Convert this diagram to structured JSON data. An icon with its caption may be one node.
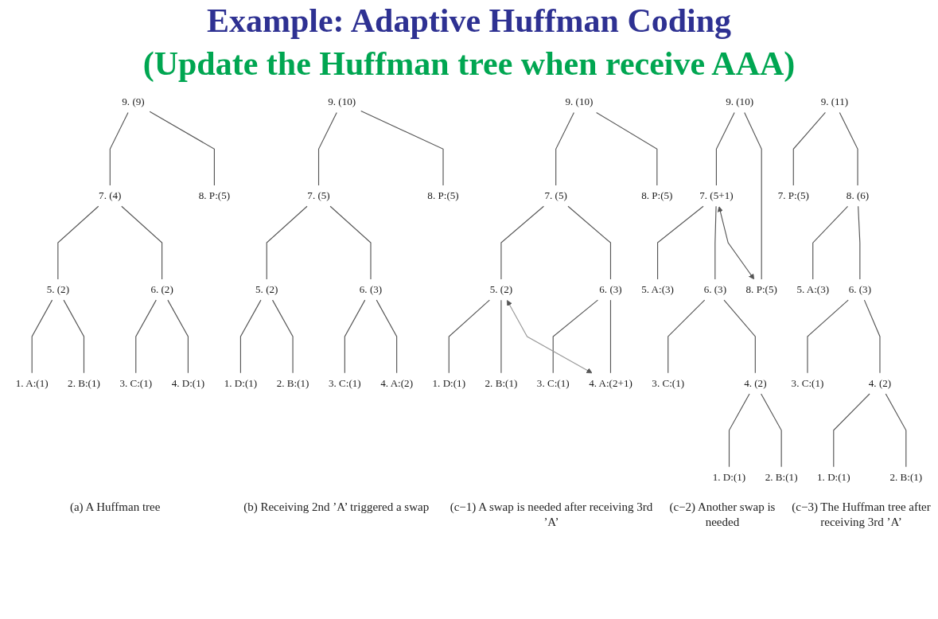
{
  "diagram": {
    "title": "Example: Adaptive Huffman Coding",
    "nodes": [
      {
        "text": [
          "9. (9)"
        ]
      },
      {
        "text": [
          "7. (4)"
        ]
      },
      {
        "text": [
          "8. P:(5)"
        ]
      },
      {
        "text": [
          "5. (2)"
        ]
      },
      {
        "text": [
          "6. (2)"
        ]
      },
      {
        "text": [
          "1. A:(1)"
        ]
      },
      {
        "text": [
          "2. B:(1)"
        ]
      },
      {
        "text": [
          "3. C:(1)"
        ]
      },
      {
        "text": [
          "4. D:(1)"
        ]
      },
      {
        "text": [
          "9. (10)"
        ]
      },
      {
        "text": [
          "7. (5)"
        ]
      },
      {
        "text": [
          "8. P:(5)"
        ]
      },
      {
        "text": [
          "5. (2)"
        ]
      },
      {
        "text": [
          "6. (3)"
        ]
      },
      {
        "text": [
          "1. D:(1)"
        ]
      },
      {
        "text": [
          "2. B:(1)"
        ]
      },
      {
        "text": [
          "3. C:(1)"
        ]
      },
      {
        "text": [
          "4. A:(2)"
        ]
      },
      {
        "text": [
          "9. (10)"
        ]
      },
      {
        "text": [
          "7. (5)"
        ]
      },
      {
        "text": [
          "8. P:(5)"
        ]
      },
      {
        "text": [
          "5. (2)"
        ]
      },
      {
        "text": [
          "6. (3)"
        ]
      },
      {
        "text": [
          "1. D:(1)"
        ]
      },
      {
        "text": [
          "2. B:(1)"
        ]
      },
      {
        "text": [
          "3. C:(1)"
        ]
      },
      {
        "text": [
          "4. A:(2+1)"
        ]
      },
      {
        "text": [
          "9. (10)"
        ]
      },
      {
        "text": [
          "7. (5+1)"
        ]
      },
      {
        "text": [
          "8. P:(5)"
        ]
      },
      {
        "text": [
          "5. A:(3)"
        ]
      },
      {
        "text": [
          "6. (3)"
        ]
      },
      {
        "text": [
          "3. C:(1)"
        ]
      },
      {
        "text": [
          "4. (2)"
        ]
      },
      {
        "text": [
          "1. D:(1)"
        ]
      },
      {
        "text": [
          "2. B:(1)"
        ]
      },
      {
        "text": [
          "9. (11)"
        ]
      },
      {
        "text": [
          "7. P:(5)"
        ]
      },
      {
        "text": [
          "8. (6)"
        ]
      },
      {
        "text": [
          "5. A:(3)"
        ]
      },
      {
        "text": [
          "6. (3)"
        ]
      },
      {
        "text": [
          "3. C:(1)"
        ]
      },
      {
        "text": [
          "4. (2)"
        ]
      },
      {
        "text": [
          "1. D:(1)"
        ]
      },
      {
        "text": [
          "2. B:(1)"
        ]
      }
    ],
    "edges": [
      {
        "from": 0,
        "to": 1,
        "arrow": "none"
      },
      {
        "from": 0,
        "to": 2,
        "arrow": "none"
      },
      {
        "from": 1,
        "to": 3,
        "arrow": "none"
      },
      {
        "from": 1,
        "to": 4,
        "arrow": "none"
      },
      {
        "from": 3,
        "to": 5,
        "arrow": "none"
      },
      {
        "from": 3,
        "to": 6,
        "arrow": "none"
      },
      {
        "from": 4,
        "to": 7,
        "arrow": "none"
      },
      {
        "from": 4,
        "to": 8,
        "arrow": "none"
      },
      {
        "from": 9,
        "to": 10,
        "arrow": "none"
      },
      {
        "from": 9,
        "to": 11,
        "arrow": "none"
      },
      {
        "from": 10,
        "to": 12,
        "arrow": "none"
      },
      {
        "from": 10,
        "to": 13,
        "arrow": "none"
      },
      {
        "from": 12,
        "to": 14,
        "arrow": "none"
      },
      {
        "from": 12,
        "to": 15,
        "arrow": "none"
      },
      {
        "from": 13,
        "to": 16,
        "arrow": "none"
      },
      {
        "from": 13,
        "to": 17,
        "arrow": "none"
      },
      {
        "from": 18,
        "to": 19,
        "arrow": "none"
      },
      {
        "from": 18,
        "to": 20,
        "arrow": "none"
      },
      {
        "from": 19,
        "to": 21,
        "arrow": "none"
      },
      {
        "from": 19,
        "to": 22,
        "arrow": "none"
      },
      {
        "from": 21,
        "to": 23,
        "arrow": "none"
      },
      {
        "from": 21,
        "to": 24,
        "arrow": "none"
      },
      {
        "from": 22,
        "to": 25,
        "arrow": "none"
      },
      {
        "from": 22,
        "to": 26,
        "arrow": "none"
      },
      {
        "from": 21,
        "to": 26,
        "arrow": "both",
        "color": "#999999"
      },
      {
        "from": 27,
        "to": 28,
        "arrow": "none"
      },
      {
        "from": 27,
        "to": 29,
        "arrow": "none"
      },
      {
        "from": 28,
        "to": 30,
        "arrow": "none"
      },
      {
        "from": 28,
        "to": 31,
        "arrow": "none"
      },
      {
        "from": 31,
        "to": 32,
        "arrow": "none"
      },
      {
        "from": 31,
        "to": 33,
        "arrow": "none"
      },
      {
        "from": 33,
        "to": 34,
        "arrow": "none"
      },
      {
        "from": 33,
        "to": 35,
        "arrow": "none"
      },
      {
        "from": 28,
        "to": 29,
        "arrow": "both"
      },
      {
        "from": 36,
        "to": 37,
        "arrow": "none"
      },
      {
        "from": 36,
        "to": 38,
        "arrow": "none"
      },
      {
        "from": 38,
        "to": 39,
        "arrow": "none"
      },
      {
        "from": 38,
        "to": 40,
        "arrow": "none"
      },
      {
        "from": 40,
        "to": 41,
        "arrow": "none"
      },
      {
        "from": 40,
        "to": 42,
        "arrow": "none"
      },
      {
        "from": 42,
        "to": 43,
        "arrow": "none"
      },
      {
        "from": 42,
        "to": 44,
        "arrow": "none"
      }
    ],
    "labels": [
      "(Update the Huffman tree when receive AAA)",
      "(a) A Huffman tree",
      "(b) Receiving 2nd ’A’ triggered a swap",
      "(c−1) A swap is needed after receiving 3rd ’A’",
      "(c−2) Another swap is needed",
      "(c−3) The Huffman tree after receiving 3rd ’A’"
    ]
  }
}
